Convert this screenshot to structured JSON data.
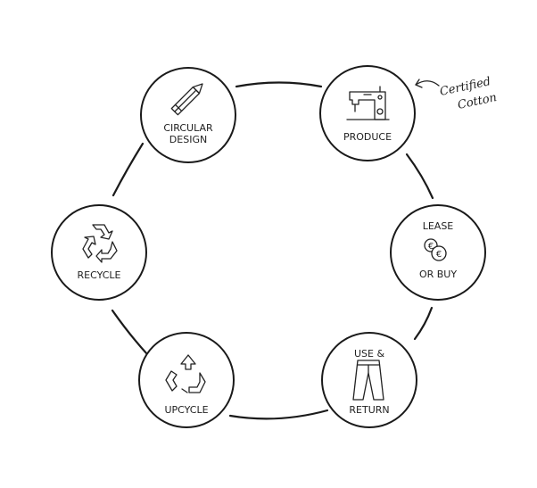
{
  "stages": {
    "circular_design": {
      "line1": "CIRCULAR",
      "line2": "DESIGN"
    },
    "produce": {
      "label": "PRODUCE"
    },
    "lease_or_buy": {
      "line1": "LEASE",
      "line2": "OR BUY",
      "coin_symbol": "€"
    },
    "use_and_return": {
      "line1": "USE &",
      "line2": "RETURN"
    },
    "upcycle": {
      "label": "UPCYCLE"
    },
    "recycle": {
      "label": "RECYCLE"
    }
  },
  "annotation": {
    "line1": "Certified",
    "line2": "Cotton"
  },
  "icons": [
    "pencil-icon",
    "sewing-machine-icon",
    "euro-coins-icon",
    "jeans-icon",
    "upcycle-arrows-icon",
    "recycle-icon"
  ],
  "colors": {
    "stroke": "#1a1a1a",
    "background": "#ffffff"
  }
}
